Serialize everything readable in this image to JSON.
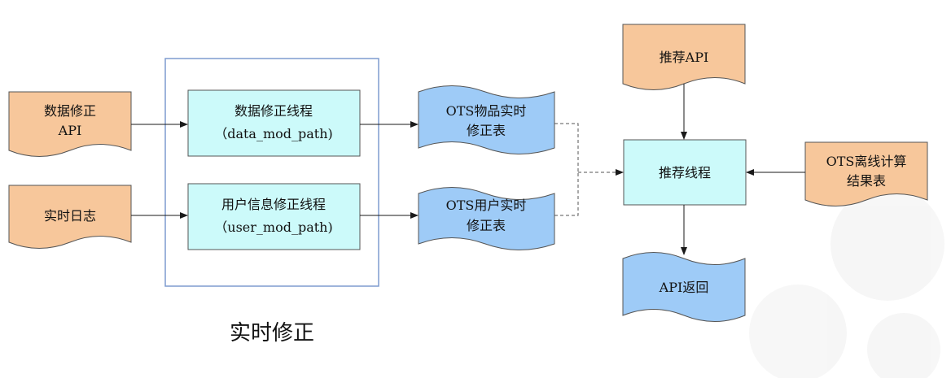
{
  "group_caption": "实时修正",
  "inputs": {
    "data_api": [
      "数据修正",
      "API"
    ],
    "realtime_log": [
      "实时日志"
    ],
    "rec_api": [
      "推荐API"
    ],
    "offline_table": [
      "OTS离线计算",
      "结果表"
    ]
  },
  "threads": {
    "data_mod": [
      "数据修正线程",
      "（data_mod_path)"
    ],
    "user_mod": [
      "用户信息修正线程",
      "（user_mod_path)"
    ],
    "recommend": [
      "推荐线程"
    ]
  },
  "tables": {
    "item_fix": [
      "OTS物品实时",
      "修正表"
    ],
    "user_fix": [
      "OTS用户实时",
      "修正表"
    ],
    "api_return": [
      "API返回"
    ]
  },
  "colors": {
    "orange_doc": "#f7c79b",
    "blue_doc": "#9ecbf7",
    "thread_box": "#ccfafa",
    "group_border": "#7f9ccf",
    "edge": "#1a1a1a"
  }
}
